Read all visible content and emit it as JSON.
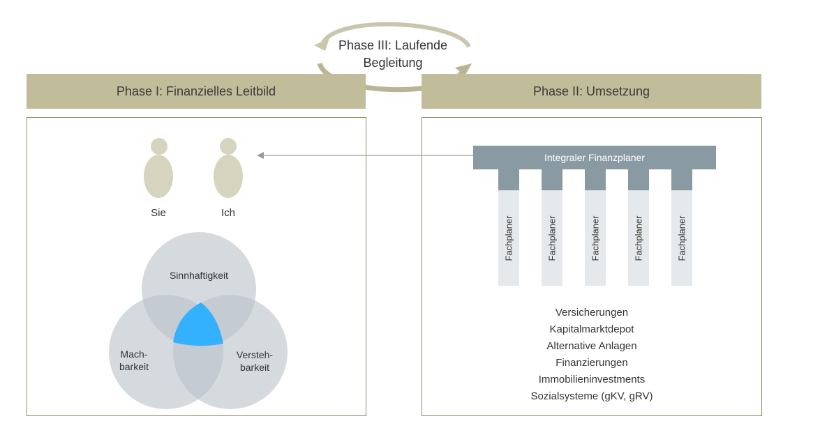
{
  "colors": {
    "header_fill": "#c1bd9a",
    "box_border": "#8f8c62",
    "person_fill": "#d6d3bf",
    "planner_fill": "#8a9aa3",
    "pillar_body_fill": "#e6e9eb",
    "venn_fill": "#b9c2c9",
    "venn_center": "#33b1ff",
    "arrow_gray": "#9a9a9a",
    "cycle_arrow": "#c9c6ad"
  },
  "phase3": {
    "title": "Phase III: Laufende Begleitung"
  },
  "phase1": {
    "title": "Phase I: Finanzielles Leitbild",
    "persons": [
      {
        "label": "Sie"
      },
      {
        "label": "Ich"
      }
    ],
    "venn": [
      {
        "label": "Sinnhaftigkeit"
      },
      {
        "label": "Mach-\nbarkeit"
      },
      {
        "label": "Verstehbarkeit"
      }
    ],
    "venn_lines": {
      "left1": "Mach-",
      "left2": "barkeit",
      "right1": "Versteh-",
      "right2": "barkeit"
    }
  },
  "phase2": {
    "title": "Phase II: Umsetzung",
    "planner": "Integraler Finanzplaner",
    "pillars": [
      "Fachplaner",
      "Fachplaner",
      "Fachplaner",
      "Fachplaner",
      "Fachplaner"
    ],
    "sectors": [
      "Versicherungen",
      "Kapitalmarktdepot",
      "Alternative Anlagen",
      "Finanzierungen",
      "Immobilieninvestments",
      "Sozialsysteme (gKV, gRV)"
    ]
  }
}
